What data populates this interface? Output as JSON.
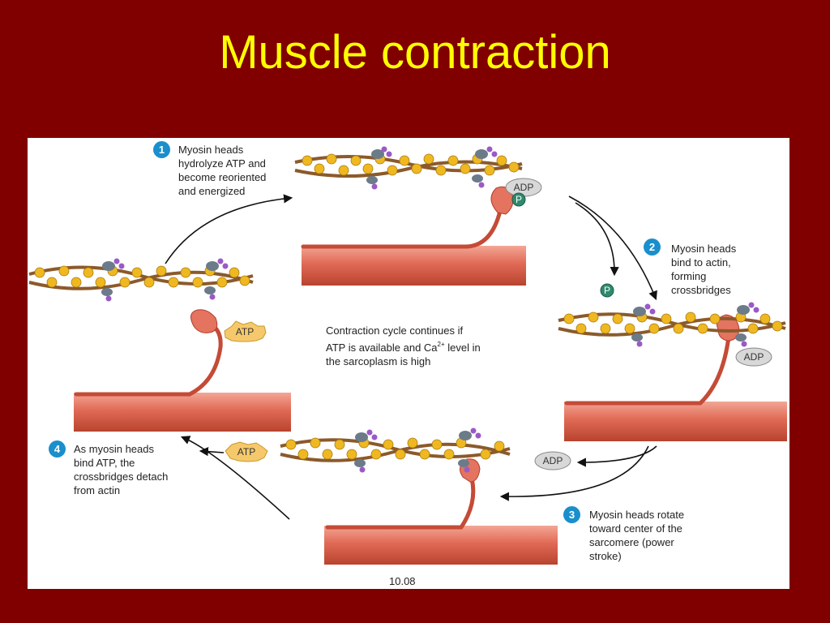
{
  "slide": {
    "title": "Muscle contraction",
    "colors": {
      "background": "#800000",
      "title": "#ffff00",
      "panel": "#ffffff",
      "step_badge": "#1a8fcc",
      "myosin": "#d96a55",
      "actin_bead": "#f0b820",
      "actin_strand": "#8b5a2b"
    }
  },
  "diagram": {
    "steps": [
      {
        "number": "1",
        "text": "Myosin heads\nhydrolyze ATP and\nbecome reoriented\nand energized"
      },
      {
        "number": "2",
        "text": "Myosin heads\nbind to actin,\nforming\ncrossbridges"
      },
      {
        "number": "3",
        "text": "Myosin heads rotate\ntoward center of the\nsarcomere (power\nstroke)"
      },
      {
        "number": "4",
        "text": "As myosin heads\nbind ATP, the\ncrossbridges detach\nfrom actin"
      }
    ],
    "center_note": {
      "line1": "Contraction cycle continues if",
      "line2_pre": "ATP is available and Ca",
      "line2_sup": "2+",
      "line2_post": " level in",
      "line3": "the sarcoplasm is high"
    },
    "labels": {
      "adp": "ADP",
      "atp": "ATP",
      "phosphate": "P"
    },
    "figure_number": "10.08"
  }
}
